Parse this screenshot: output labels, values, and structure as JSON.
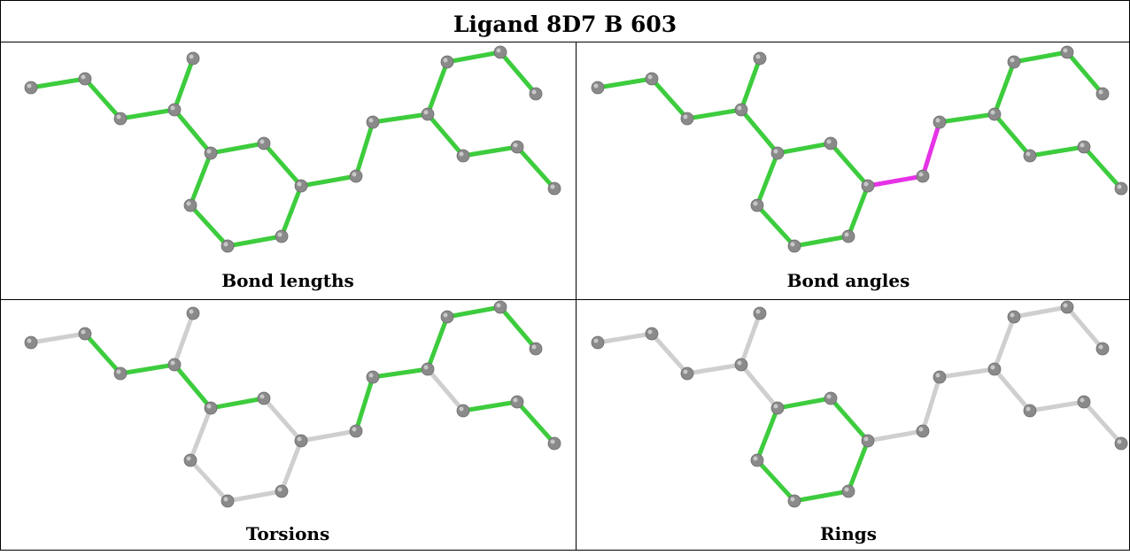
{
  "title": "Ligand 8D7 B 603",
  "colors": {
    "green": "#3dcc3d",
    "gray": "#cfcfcf",
    "magenta": "#e632e6",
    "atom": "#8a8a8a"
  },
  "panels": [
    {
      "caption": "Bond lengths",
      "bonds": [
        "g",
        "g",
        "g",
        "g",
        "g",
        "g",
        "g",
        "g",
        "g",
        "g",
        "g",
        "g",
        "g",
        "g",
        "g",
        "g",
        "g",
        "g",
        "g",
        "g",
        "g",
        "g"
      ]
    },
    {
      "caption": "Bond angles",
      "bonds": [
        "g",
        "g",
        "g",
        "g",
        "g",
        "g",
        "g",
        "g",
        "g",
        "g",
        "g",
        "g",
        "g",
        "g",
        "m",
        "m",
        "g",
        "g",
        "g",
        "g",
        "g",
        "g"
      ]
    },
    {
      "caption": "Torsions",
      "bonds": [
        "n",
        "g",
        "g",
        "n",
        "g",
        "g",
        "n",
        "n",
        "n",
        "n",
        "n",
        "n",
        "g",
        "g",
        "g",
        "g",
        "g",
        "n",
        "g",
        "g",
        "g",
        "n"
      ]
    },
    {
      "caption": "Rings",
      "bonds": [
        "n",
        "n",
        "n",
        "n",
        "n",
        "g",
        "g",
        "g",
        "g",
        "g",
        "g",
        "n",
        "n",
        "n",
        "n",
        "n",
        "n",
        "n",
        "n",
        "n",
        "n",
        "n"
      ]
    }
  ]
}
